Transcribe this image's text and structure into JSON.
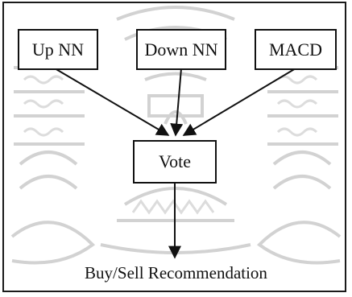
{
  "diagram": {
    "nodes": [
      {
        "id": "up_nn",
        "label": "Up NN"
      },
      {
        "id": "down_nn",
        "label": "Down NN"
      },
      {
        "id": "macd",
        "label": "MACD"
      },
      {
        "id": "vote",
        "label": "Vote"
      }
    ],
    "edges": [
      {
        "from": "up_nn",
        "to": "vote"
      },
      {
        "from": "down_nn",
        "to": "vote"
      },
      {
        "from": "macd",
        "to": "vote"
      },
      {
        "from": "vote",
        "to": "output"
      }
    ],
    "output_label": "Buy/Sell Recommendation"
  },
  "colors": {
    "line": "#111111",
    "watermark": "#d2d2d2"
  }
}
